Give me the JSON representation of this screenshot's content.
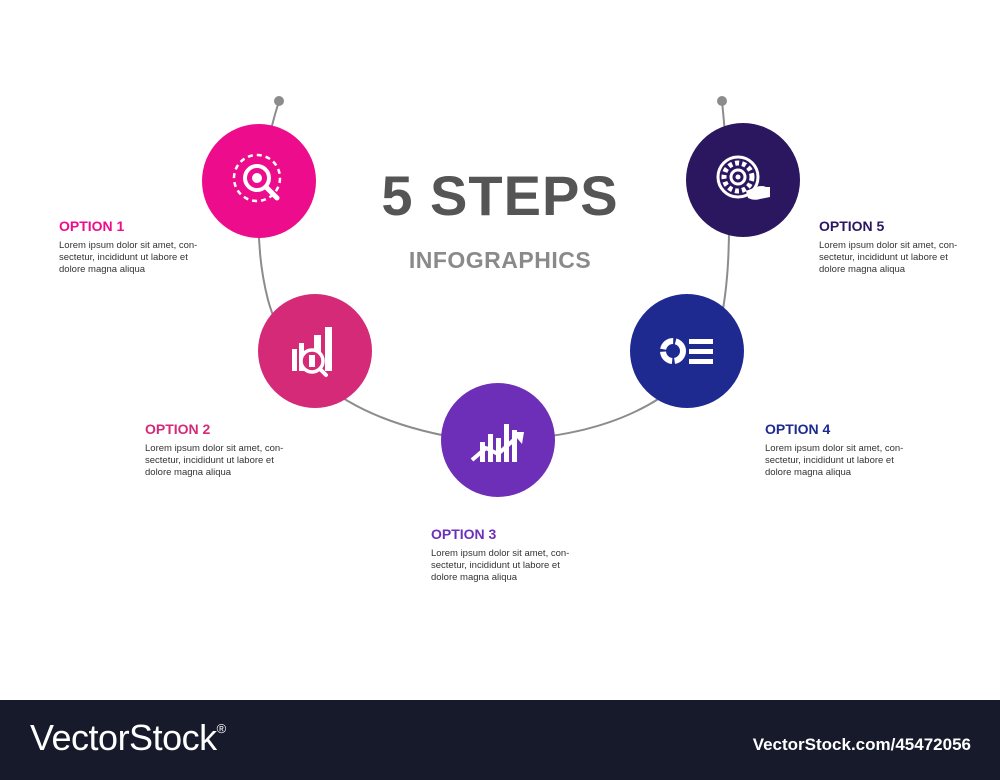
{
  "title": "5 STEPS",
  "subtitle": "INFOGRAPHICS",
  "colors": {
    "connector": "#8c8c8c",
    "title": "#555555",
    "subtitle": "#8a8a8a",
    "footer_bg": "#161a2b"
  },
  "steps": [
    {
      "label": "OPTION 1",
      "color": "#ec0c8c",
      "icon": "magnifier-target-icon",
      "desc": [
        "Lorem ipsum dolor sit amet, con-",
        "sectetur, incididunt ut labore et",
        "dolore magna aliqua"
      ]
    },
    {
      "label": "OPTION 2",
      "color": "#d42a78",
      "icon": "bar-chart-magnifier-icon",
      "desc": [
        "Lorem ipsum dolor sit amet, con-",
        "sectetur, incididunt ut labore et",
        "dolore magna aliqua"
      ]
    },
    {
      "label": "OPTION 3",
      "color": "#6e2fb8",
      "icon": "growth-chart-icon",
      "desc": [
        "Lorem ipsum dolor sit amet, con-",
        "sectetur, incididunt ut labore et",
        "dolore magna aliqua"
      ]
    },
    {
      "label": "OPTION 4",
      "color": "#1e2a90",
      "icon": "ring-list-icon",
      "desc": [
        "Lorem ipsum dolor sit amet, con-",
        "sectetur, incididunt ut labore et",
        "dolore magna aliqua"
      ]
    },
    {
      "label": "OPTION 5",
      "color": "#2b1660",
      "icon": "gear-hand-icon",
      "desc": [
        "Lorem ipsum dolor sit amet, con-",
        "sectetur, incididunt ut labore et",
        "dolore magna aliqua"
      ]
    }
  ],
  "footer": {
    "brand": "VectorStock",
    "registered": "®",
    "url": "VectorStock.com/45472056"
  }
}
